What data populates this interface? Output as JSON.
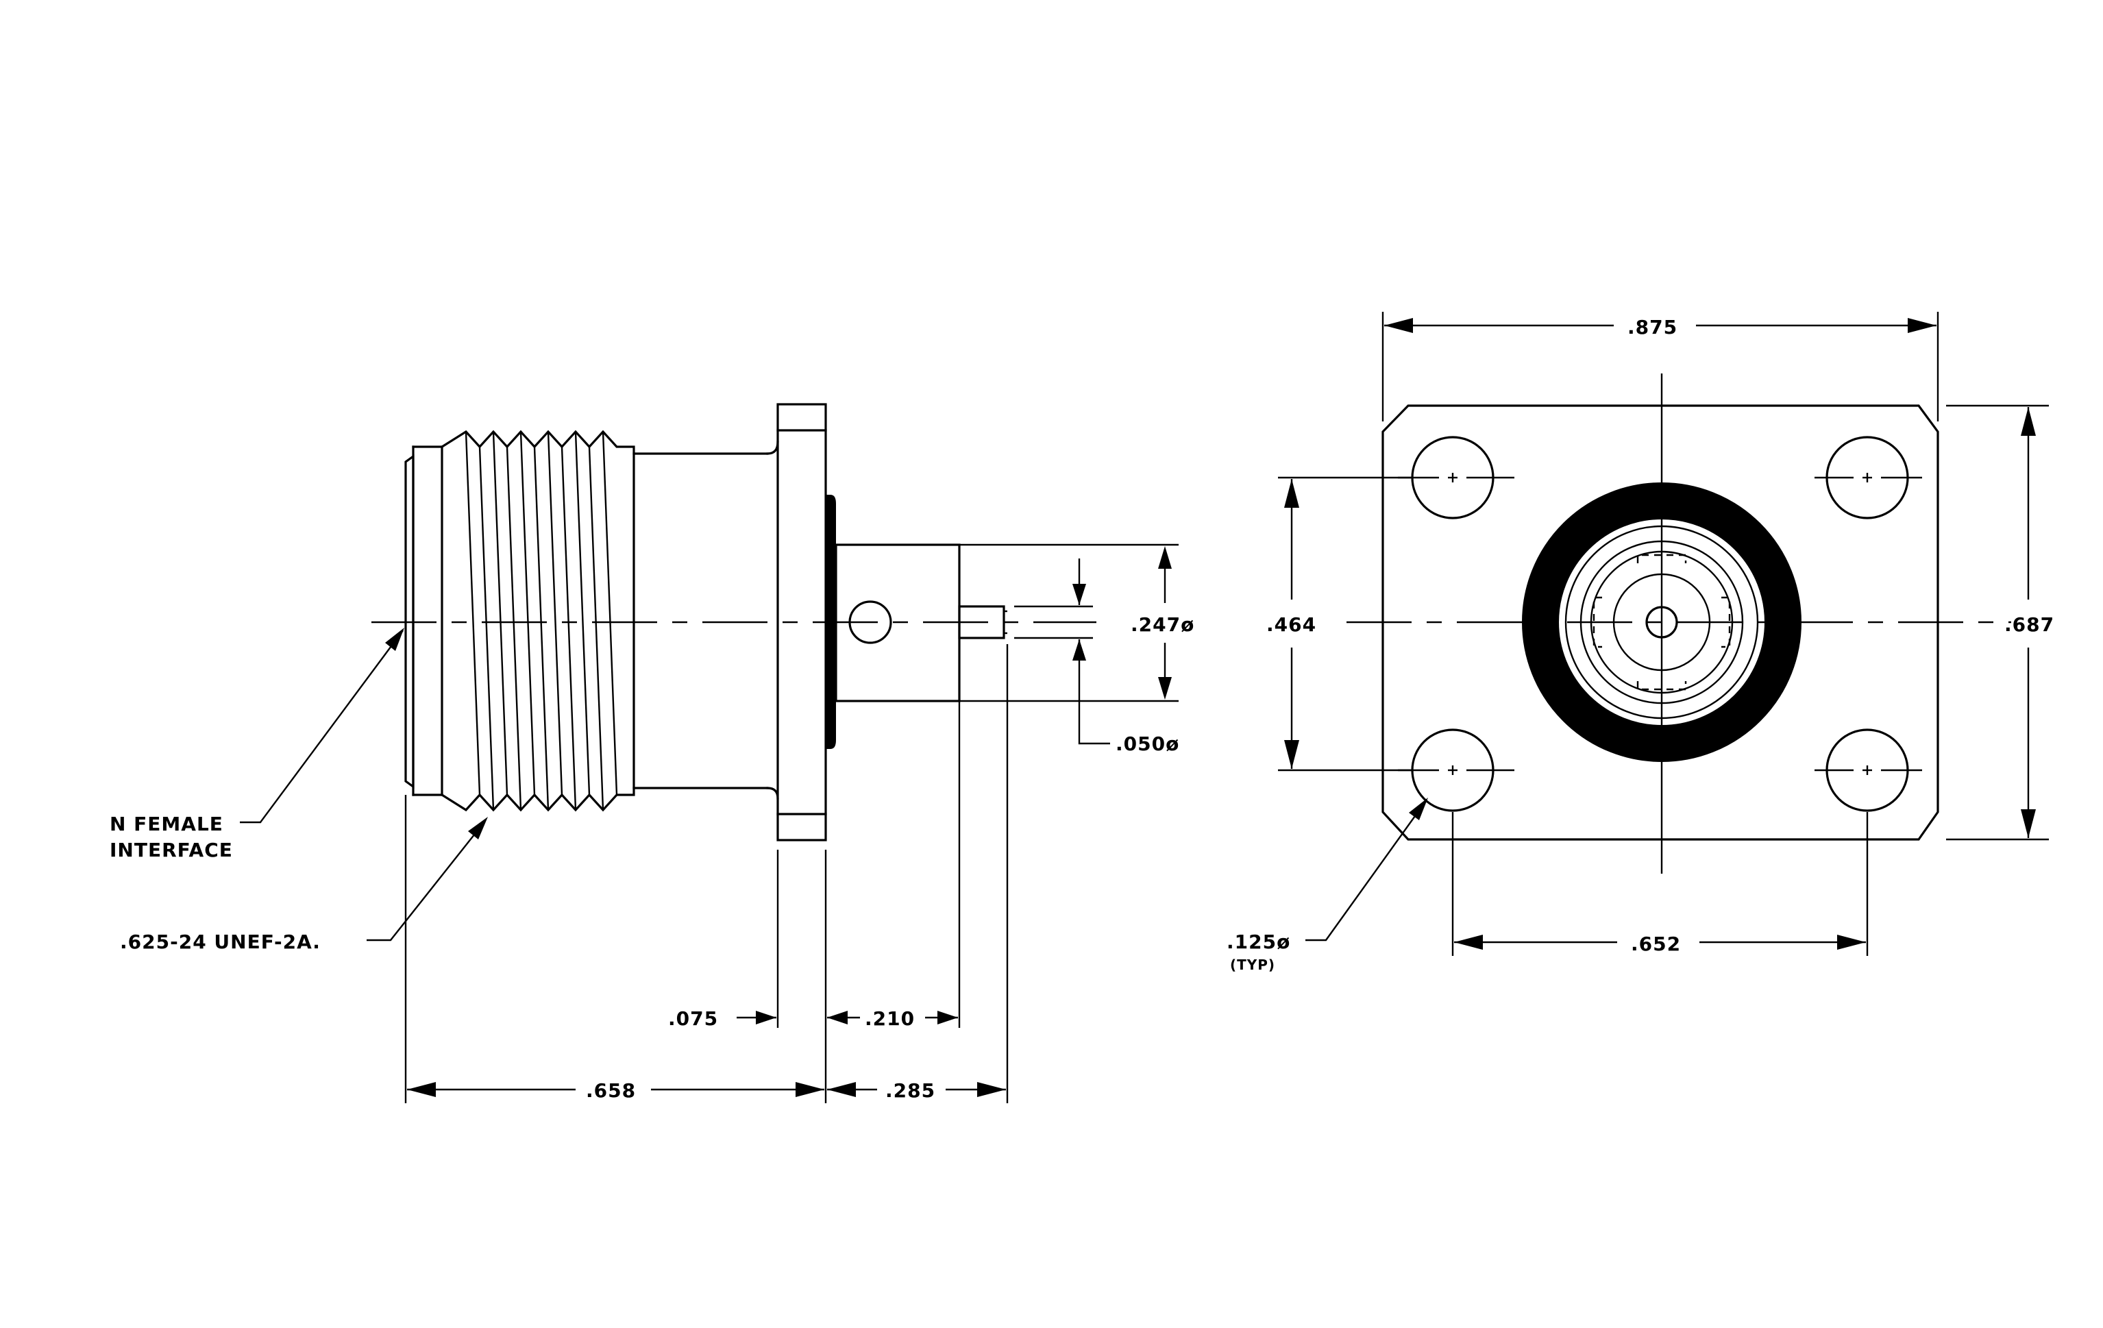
{
  "dimensions": {
    "width_875": ".875",
    "dia_247": ".247ø",
    "height_464": ".464",
    "height_687": ".687",
    "dia_050": ".050ø",
    "hole_125": ".125ø",
    "hole_typ": "(TYP)",
    "width_652": ".652",
    "flange_075": ".075",
    "len_210": ".210",
    "len_658": ".658",
    "len_285": ".285"
  },
  "callouts": {
    "interface_line1": "N FEMALE",
    "interface_line2": "INTERFACE",
    "thread": ".625-24 UNEF-2A."
  }
}
